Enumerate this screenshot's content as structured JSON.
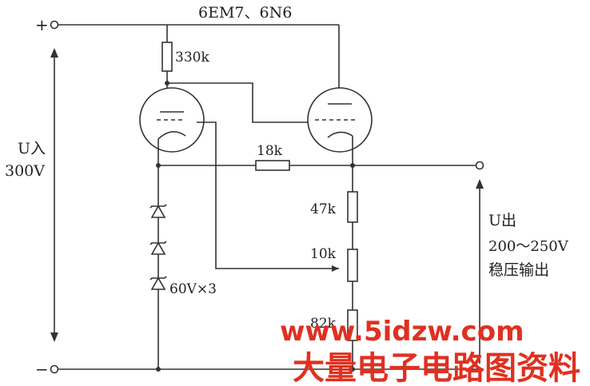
{
  "diagram": {
    "tube_label": "6EM7、6N6",
    "terminal_plus": "+",
    "terminal_minus": "−",
    "input_label": "U入",
    "input_voltage": "300V",
    "resistors": {
      "r_anode": "330k",
      "r_series": "18k",
      "r_top": "47k",
      "r_pot": "10k",
      "r_bottom": "82k"
    },
    "zener_label": "60V×3",
    "output_label": "U出",
    "output_range": "200～250V",
    "output_desc": "稳压输出"
  },
  "watermark": {
    "url": "www.5idzw.com",
    "site_name": "大量电子电路图资料"
  },
  "colors": {
    "line": "#333333",
    "watermark": "#e03020"
  }
}
